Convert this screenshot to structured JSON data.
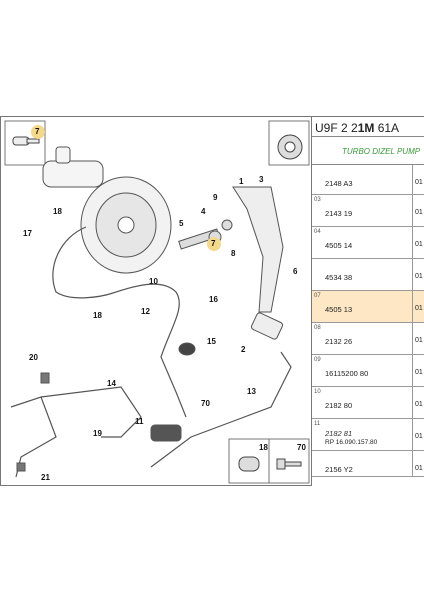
{
  "header": {
    "code_prefix": "U9F 2 2",
    "code_bold": "1M",
    "code_suffix": "61A"
  },
  "subtitle": "TURBO DIZEL PUMP",
  "rows": [
    {
      "num": "",
      "ref": "2148 A3",
      "qty": "01"
    },
    {
      "num": "03",
      "ref": "2143 19",
      "qty": "01"
    },
    {
      "num": "04",
      "ref": "4505 14",
      "qty": "01"
    },
    {
      "num": "",
      "ref": "4534 38",
      "qty": "01"
    },
    {
      "num": "07",
      "ref": "4505 13",
      "qty": "01",
      "highlight": true
    },
    {
      "num": "08",
      "ref": "2132 26",
      "qty": "01"
    },
    {
      "num": "09",
      "ref": "16115200 80",
      "qty": "01"
    },
    {
      "num": "10",
      "ref": "2182 80",
      "qty": "01"
    },
    {
      "num": "11",
      "ref": "2182 81",
      "rp": "RP 16.090.157.80",
      "qty": "01"
    },
    {
      "num": "",
      "ref": "2156 Y2",
      "qty": "01"
    }
  ],
  "callouts": [
    "1",
    "2",
    "3",
    "4",
    "5",
    "6",
    "7",
    "8",
    "9",
    "10",
    "11",
    "12",
    "13",
    "14",
    "15",
    "16",
    "17",
    "18",
    "18",
    "19",
    "20",
    "21",
    "70",
    "7",
    "18",
    "70"
  ],
  "colors": {
    "highlight": "#fde7c4",
    "badge": "#f5d98a",
    "subtitle_green": "#3a9a3a"
  }
}
